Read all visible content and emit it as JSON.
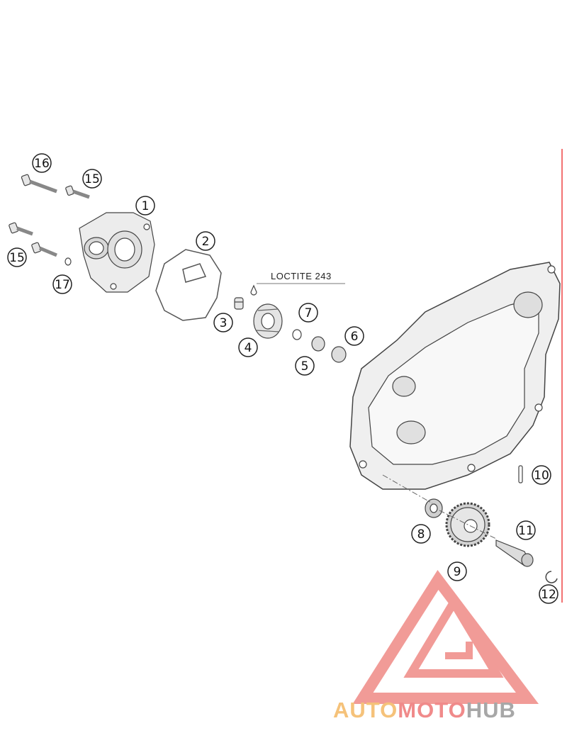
{
  "note": "LOCTITE 243",
  "callouts": [
    "1",
    "2",
    "3",
    "4",
    "5",
    "6",
    "7",
    "8",
    "9",
    "10",
    "11",
    "12",
    "15",
    "15",
    "16",
    "17"
  ],
  "watermark": {
    "part1": "AUTO",
    "part2": "MOTO",
    "part3": "HUB",
    "colors": {
      "part1": "#f5c27a",
      "part2": "#f08a8a",
      "part3": "#a7a7a7",
      "logo": "#ef8a86"
    }
  }
}
